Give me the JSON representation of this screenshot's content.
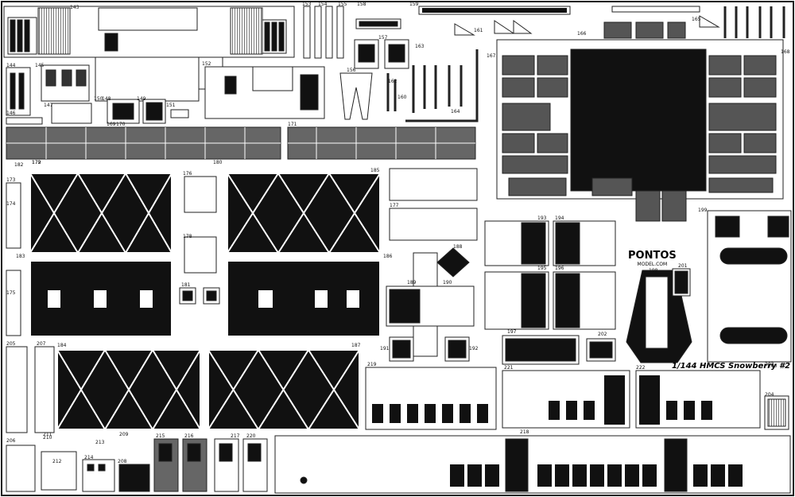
{
  "title": "1/144 HMCS Snowberry #2",
  "brand": {
    "name": "PONTOS",
    "site": "MODEL.COM"
  },
  "part_numbers": [
    {
      "n": "143",
      "cls": "p143"
    },
    {
      "n": "144",
      "cls": "p144"
    },
    {
      "n": "145",
      "cls": "p145"
    },
    {
      "n": "146",
      "cls": "p146"
    },
    {
      "n": "147",
      "cls": "p147"
    },
    {
      "n": "148",
      "cls": "p148"
    },
    {
      "n": "149",
      "cls": "p149"
    },
    {
      "n": "150",
      "cls": "p150"
    },
    {
      "n": "151",
      "cls": "p151"
    },
    {
      "n": "152",
      "cls": "p152"
    },
    {
      "n": "153",
      "cls": "p153"
    },
    {
      "n": "154",
      "cls": "p154"
    },
    {
      "n": "155",
      "cls": "p155"
    },
    {
      "n": "156",
      "cls": "p156"
    },
    {
      "n": "157",
      "cls": "p157"
    },
    {
      "n": "158",
      "cls": "p158"
    },
    {
      "n": "159",
      "cls": "p159"
    },
    {
      "n": "160",
      "cls": "p160"
    },
    {
      "n": "161",
      "cls": "p161"
    },
    {
      "n": "162",
      "cls": "p162"
    },
    {
      "n": "163",
      "cls": "p163"
    },
    {
      "n": "164",
      "cls": "p164"
    },
    {
      "n": "165",
      "cls": "p165"
    },
    {
      "n": "166",
      "cls": "p166"
    },
    {
      "n": "167",
      "cls": "p167"
    },
    {
      "n": "168",
      "cls": "p168"
    },
    {
      "n": "169",
      "cls": "p169"
    },
    {
      "n": "170",
      "cls": "p170"
    },
    {
      "n": "171",
      "cls": "p171"
    },
    {
      "n": "172",
      "cls": "p172"
    },
    {
      "n": "173",
      "cls": "p173"
    },
    {
      "n": "174",
      "cls": "p174"
    },
    {
      "n": "175",
      "cls": "p175"
    },
    {
      "n": "176",
      "cls": "p176"
    },
    {
      "n": "177",
      "cls": "p177"
    },
    {
      "n": "178",
      "cls": "p178"
    },
    {
      "n": "179",
      "cls": "p179"
    },
    {
      "n": "180",
      "cls": "p180"
    },
    {
      "n": "181",
      "cls": "p181"
    },
    {
      "n": "182",
      "cls": "p182"
    },
    {
      "n": "183",
      "cls": "p183"
    },
    {
      "n": "184",
      "cls": "p184"
    },
    {
      "n": "185",
      "cls": "p185"
    },
    {
      "n": "186",
      "cls": "p186"
    },
    {
      "n": "187",
      "cls": "p187"
    },
    {
      "n": "188",
      "cls": "p188"
    },
    {
      "n": "189",
      "cls": "p189"
    },
    {
      "n": "190",
      "cls": "p190"
    },
    {
      "n": "191",
      "cls": "p191"
    },
    {
      "n": "192",
      "cls": "p192"
    },
    {
      "n": "193",
      "cls": "p193"
    },
    {
      "n": "194",
      "cls": "p194"
    },
    {
      "n": "195",
      "cls": "p195"
    },
    {
      "n": "196",
      "cls": "p196"
    },
    {
      "n": "197",
      "cls": "p197"
    },
    {
      "n": "198",
      "cls": "p198"
    },
    {
      "n": "199",
      "cls": "p199"
    },
    {
      "n": "200",
      "cls": "p200"
    },
    {
      "n": "201",
      "cls": "p201"
    },
    {
      "n": "202",
      "cls": "p202"
    },
    {
      "n": "203",
      "cls": "p203"
    },
    {
      "n": "204",
      "cls": "p204"
    },
    {
      "n": "205",
      "cls": "p205"
    },
    {
      "n": "206",
      "cls": "p206"
    },
    {
      "n": "207",
      "cls": "p207"
    },
    {
      "n": "208",
      "cls": "p208"
    },
    {
      "n": "209",
      "cls": "p209"
    },
    {
      "n": "210",
      "cls": "p210"
    },
    {
      "n": "211",
      "cls": "p211"
    },
    {
      "n": "212",
      "cls": "p212"
    },
    {
      "n": "213",
      "cls": "p213"
    },
    {
      "n": "214",
      "cls": "p214"
    },
    {
      "n": "215",
      "cls": "p215"
    },
    {
      "n": "216",
      "cls": "p216"
    },
    {
      "n": "217",
      "cls": "p217"
    },
    {
      "n": "218",
      "cls": "p218"
    },
    {
      "n": "219",
      "cls": "p219"
    },
    {
      "n": "220",
      "cls": "p220"
    },
    {
      "n": "221",
      "cls": "p221"
    },
    {
      "n": "222",
      "cls": "p222"
    }
  ]
}
